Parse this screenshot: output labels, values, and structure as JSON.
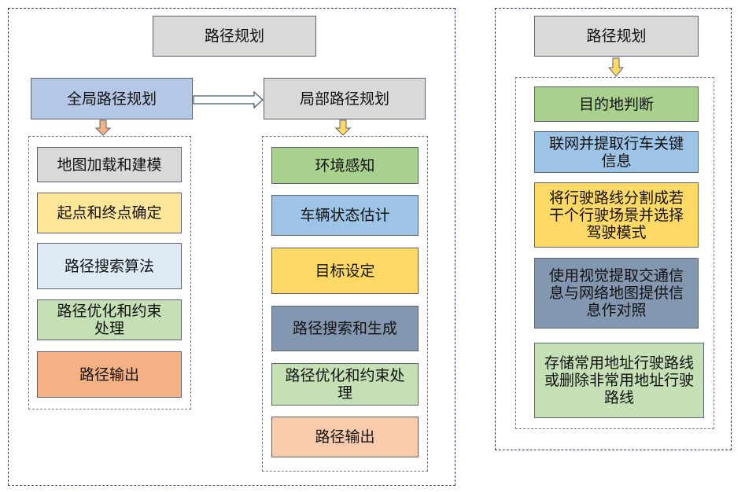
{
  "colors": {
    "gray": "#d9d9d9",
    "blue": "#b4c7e7",
    "light_blue": "#deebf7",
    "sky_blue": "#9dc3e6",
    "yellow": "#ffd966",
    "light_yellow": "#ffe699",
    "green": "#a9d18e",
    "light_green": "#c5e0b4",
    "orange": "#f4b183",
    "light_orange": "#f8cbad",
    "slate": "#8497b0",
    "arrow_orange": "#f4b183",
    "arrow_yellow": "#ffd966"
  },
  "left_panel": {
    "title": "路径规划",
    "global": {
      "title": "全局路径规划",
      "steps": [
        "地图加载和建模",
        "起点和终点确定",
        "路径搜索算法",
        "路径优化和约束处理",
        "路径输出"
      ]
    },
    "local": {
      "title": "局部路径规划",
      "steps": [
        "环境感知",
        "车辆状态估计",
        "目标设定",
        "路径搜索和生成",
        "路径优化和约束处理",
        "路径输出"
      ]
    }
  },
  "right_panel": {
    "title": "路径规划",
    "steps": [
      "目的地判断",
      "联网并提取行车关键信息",
      "将行驶路线分割成若干个行驶场景并选择驾驶模式",
      "使用视觉提取交通信息与网络地图提供信息作对照",
      "存储常用地址行驶路线或删除非常用地址行驶路线"
    ]
  }
}
